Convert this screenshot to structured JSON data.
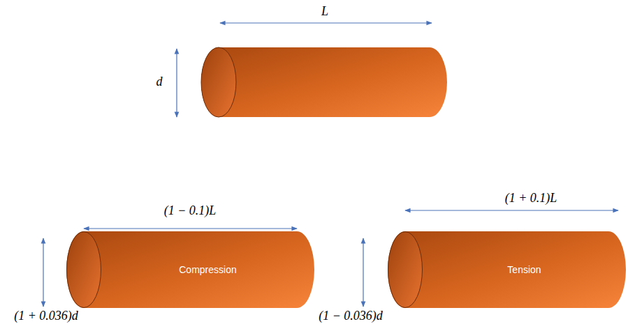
{
  "diagram": {
    "nodes": [
      {
        "text": [
          "Compression"
        ]
      },
      {
        "text": [
          "Tension"
        ]
      }
    ],
    "labels": [
      "L",
      "d",
      "(1 − 0.1)L",
      "(1 + 0.036)d",
      "(1 + 0.1)L",
      "(1 − 0.036)d"
    ]
  }
}
